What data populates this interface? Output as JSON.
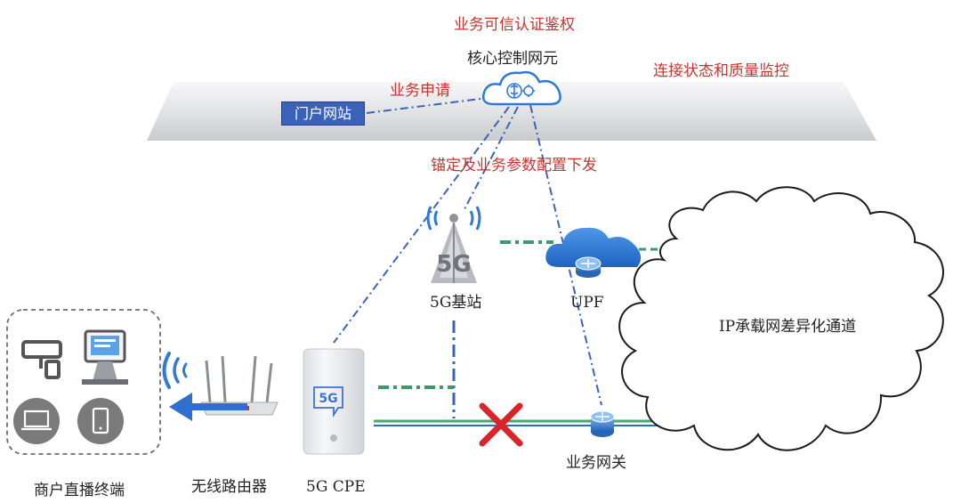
{
  "labels": {
    "auth": "业务可信认证鉴权",
    "core": "核心控制网元",
    "monitor": "连接状态和质量监控",
    "apply": "业务申请",
    "portal": "门户网站",
    "anchor": "锚定及业务参数配置下发",
    "base_station": "5G基站",
    "upf": "UPF",
    "ip_channel": "IP承载网差异化通道",
    "gateway": "业务网关",
    "router": "无线路由器",
    "cpe": "5G CPE",
    "terminal": "商户直播终端"
  },
  "icons": {
    "cloud": "cloud-icon",
    "brain": "brain-gear-icon",
    "tower": "signal-tower-icon",
    "router": "router-icon",
    "cpe": "cpe-device-icon",
    "camera": "camera-icon",
    "pos": "pos-terminal-icon",
    "laptop": "laptop-icon",
    "phone": "phone-icon",
    "cross": "cross-icon"
  },
  "colors": {
    "red_text": "#c8352f",
    "blue_dash": "#3b63b8",
    "green_dash": "#3a9a6a",
    "cloud_blue": "#2f7ad6",
    "platform": "#d5d6d8"
  }
}
